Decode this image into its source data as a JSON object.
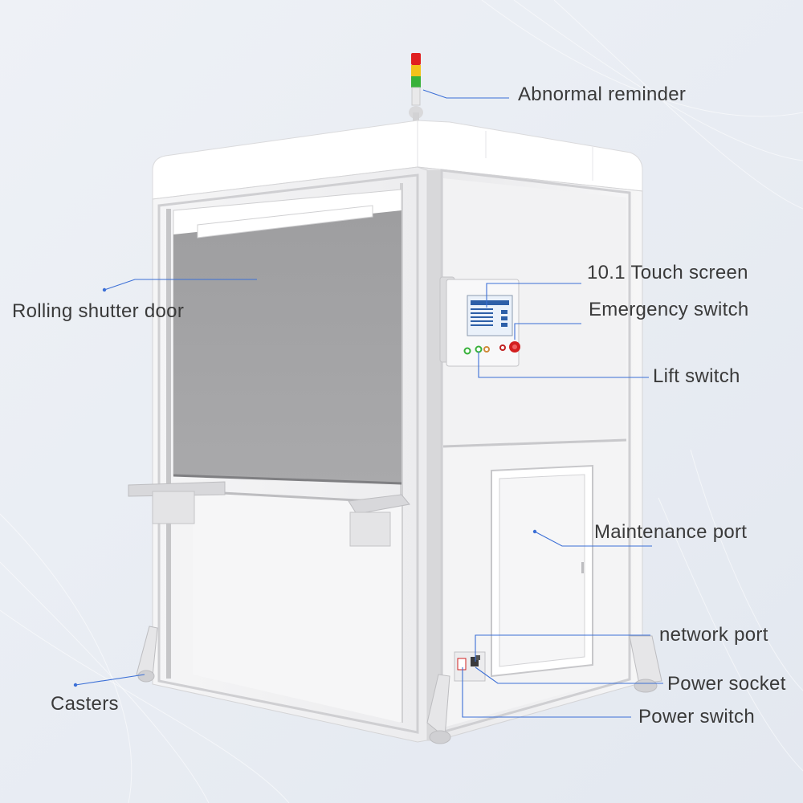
{
  "colors": {
    "background": "#e9edf4",
    "callout_line": "#3b6fd6",
    "label_text": "#3a3a3a",
    "shutter": "#a3a3a5",
    "panel": "#f1f1f2",
    "light_red": "#e02020",
    "light_yellow": "#f2c21a",
    "light_green": "#38b13a"
  },
  "labels": {
    "abnormal_reminder": "Abnormal reminder",
    "touch_screen": "10.1 Touch screen",
    "emergency_switch": "Emergency switch",
    "lift_switch": "Lift switch",
    "rolling_shutter_door": "Rolling shutter door",
    "maintenance_port": "Maintenance port",
    "network_port": "network port",
    "power_socket": "Power socket",
    "power_switch": "Power switch",
    "casters": "Casters"
  }
}
